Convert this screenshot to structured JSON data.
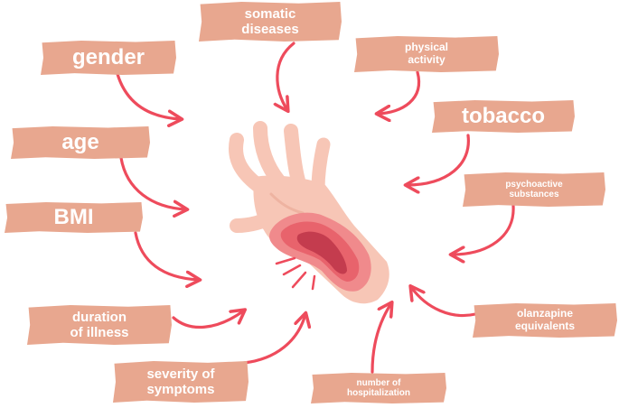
{
  "labels": {
    "somatic": "somatic\ndiseases",
    "gender": "gender",
    "physical": "physical\nactivity",
    "tobacco": "tobacco",
    "age": "age",
    "psychoactive": "psychoactive\nsubstances",
    "bmi": "BMI",
    "duration": "duration\nof illness",
    "olanzapine": "olanzapine\nequivalents",
    "severity": "severity of\nsymptoms",
    "hospitalization": "number of\nhospitalization"
  },
  "colors": {
    "label_bg": "#e8a78f",
    "label_text": "#ffffff",
    "arrow": "#ee4b5c",
    "skin": "#f7c6b6",
    "skin_shadow": "#eeb3a1",
    "wound_outer": "#f08a8c",
    "wound_mid": "#e8636c",
    "wound_inner": "#c43c4e"
  },
  "icons": [
    "hand-icon",
    "wound-icon",
    "pain-lines-icon",
    "arrow-icon"
  ]
}
